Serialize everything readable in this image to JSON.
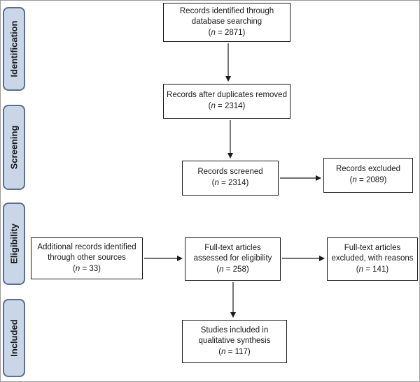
{
  "stages": {
    "identification": "Identification",
    "screening": "Screening",
    "eligibility": "Eligibility",
    "included": "Included"
  },
  "boxes": {
    "identified": {
      "line1": "Records identified through",
      "line2": "database searching",
      "n": "n",
      "count": " = 2871"
    },
    "after_duplicates": {
      "line1": "Records after duplicates removed",
      "n": "n",
      "count": " = 2314"
    },
    "screened": {
      "line1": "Records screened",
      "n": "n",
      "count": " = 2314"
    },
    "excluded": {
      "line1": "Records excluded",
      "n": "n",
      "count": " = 2089"
    },
    "additional": {
      "line1": "Additional records identified",
      "line2": "through other sources",
      "n": "n",
      "count": " = 33"
    },
    "full_text": {
      "line1": "Full-text articles",
      "line2": "assessed for eligibility",
      "n": "n",
      "count": " = 258"
    },
    "full_text_excluded": {
      "line1": "Full-text articles",
      "line2": "excluded, with reasons",
      "n": "n",
      "count": " = 141"
    },
    "included": {
      "line1": "Studies included in",
      "line2": "qualitative synthesis",
      "n": "n",
      "count": " = 117"
    }
  },
  "colors": {
    "stage_fill": "#c9d6e8",
    "stage_border": "#5a6f8e",
    "line": "#1a1a1a"
  }
}
